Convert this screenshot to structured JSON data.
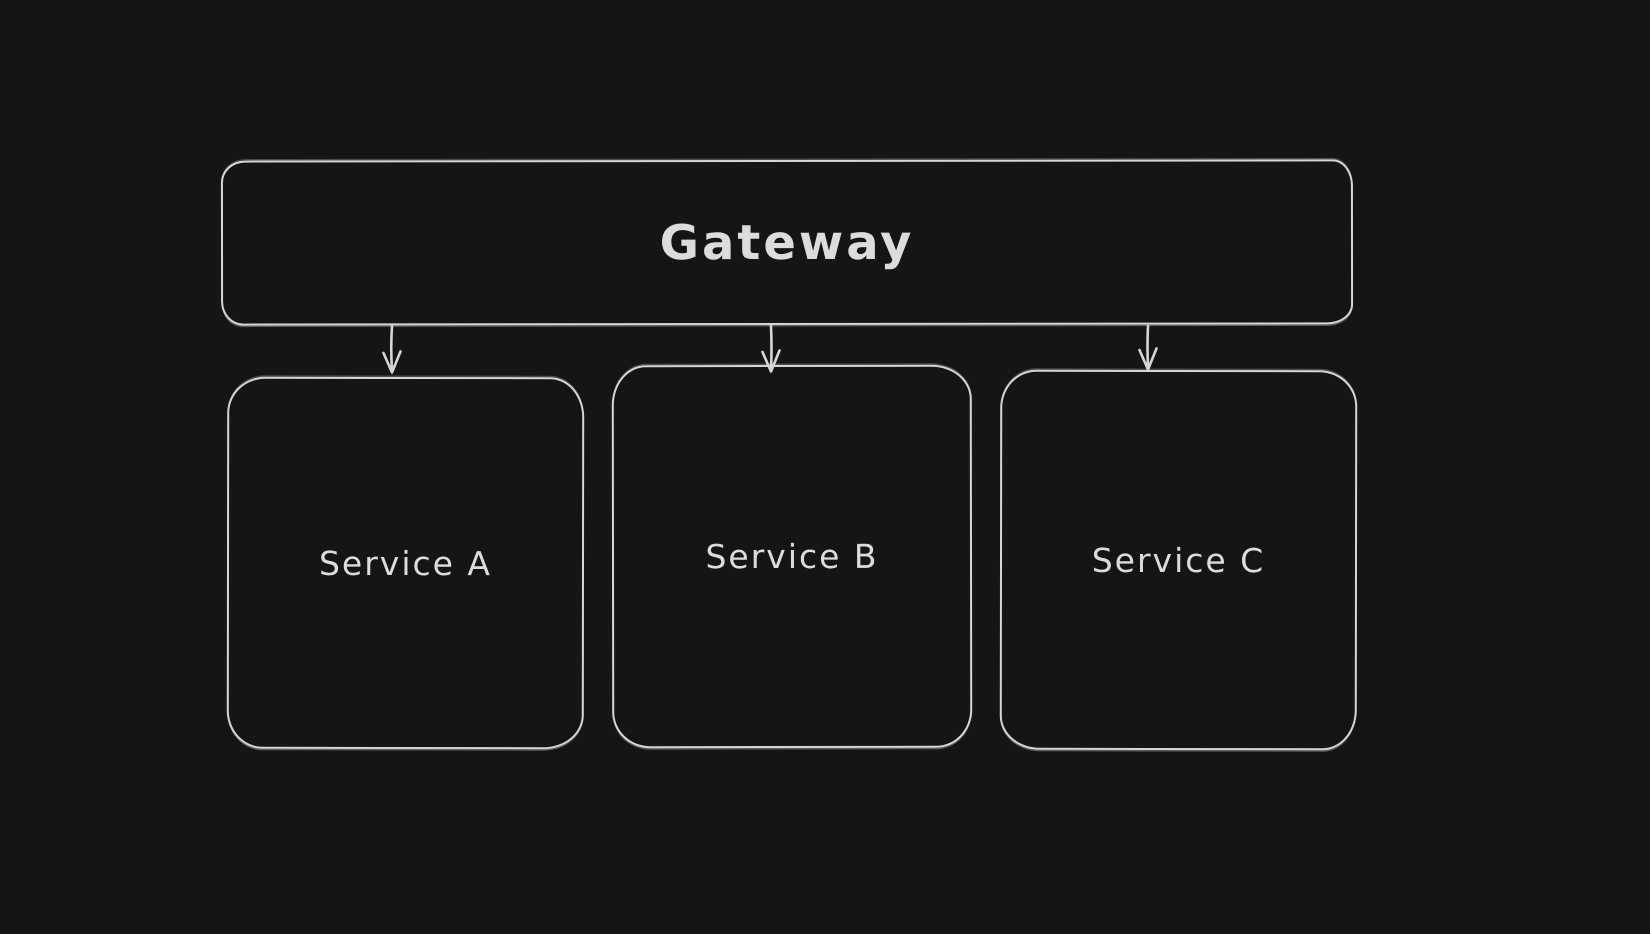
{
  "canvas": {
    "background_color": "#151515",
    "stroke_color": "#d6d6d6",
    "text_color": "#dcdcdc",
    "style": "hand-drawn-sketch"
  },
  "diagram": {
    "type": "architecture-flowchart",
    "nodes": [
      {
        "id": "gateway",
        "label": "Gateway",
        "shape": "rounded-rectangle",
        "role": "source"
      },
      {
        "id": "service-a",
        "label": "Service A",
        "shape": "rounded-rectangle",
        "role": "target"
      },
      {
        "id": "service-b",
        "label": "Service B",
        "shape": "rounded-rectangle",
        "role": "target"
      },
      {
        "id": "service-c",
        "label": "Service C",
        "shape": "rounded-rectangle",
        "role": "target"
      }
    ],
    "edges": [
      {
        "from": "Gateway",
        "to": "Service A",
        "style": "arrow-down"
      },
      {
        "from": "Gateway",
        "to": "Service B",
        "style": "arrow-down"
      },
      {
        "from": "Gateway",
        "to": "Service C",
        "style": "arrow-down"
      }
    ]
  }
}
